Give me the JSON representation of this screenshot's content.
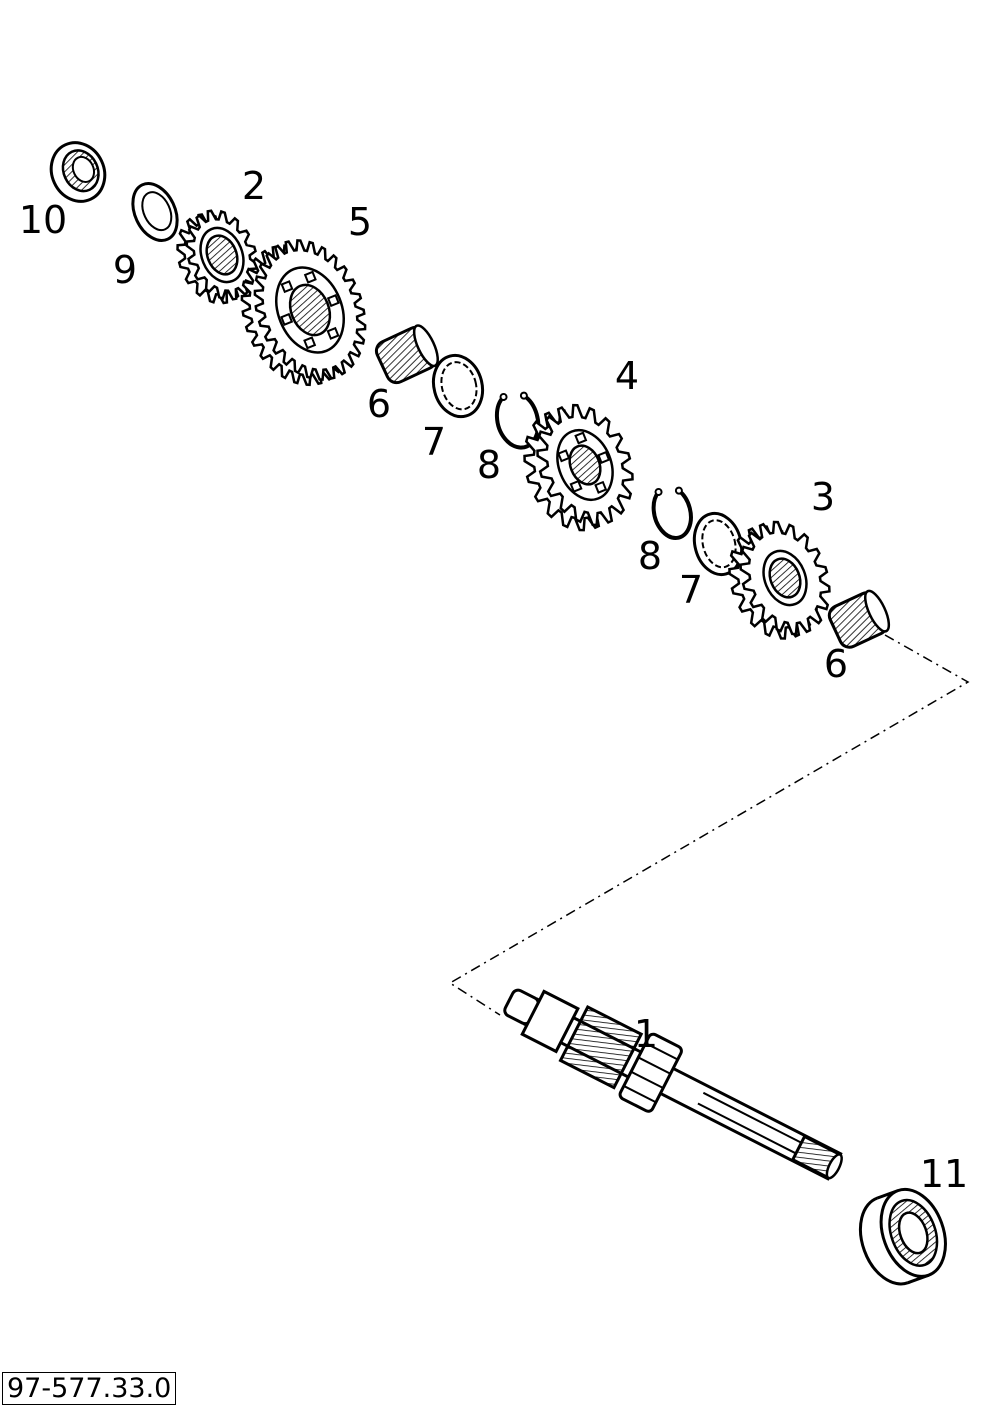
{
  "drawing_code": "97-577.33.0",
  "callouts": [
    {
      "id": "c10",
      "text": "10"
    },
    {
      "id": "c9",
      "text": "9"
    },
    {
      "id": "c2",
      "text": "2"
    },
    {
      "id": "c5",
      "text": "5"
    },
    {
      "id": "c6a",
      "text": "6"
    },
    {
      "id": "c7a",
      "text": "7"
    },
    {
      "id": "c8a",
      "text": "8"
    },
    {
      "id": "c4",
      "text": "4"
    },
    {
      "id": "c3",
      "text": "3"
    },
    {
      "id": "c8b",
      "text": "8"
    },
    {
      "id": "c7b",
      "text": "7"
    },
    {
      "id": "c6b",
      "text": "6"
    },
    {
      "id": "c1",
      "text": "1"
    },
    {
      "id": "c11",
      "text": "11"
    }
  ]
}
